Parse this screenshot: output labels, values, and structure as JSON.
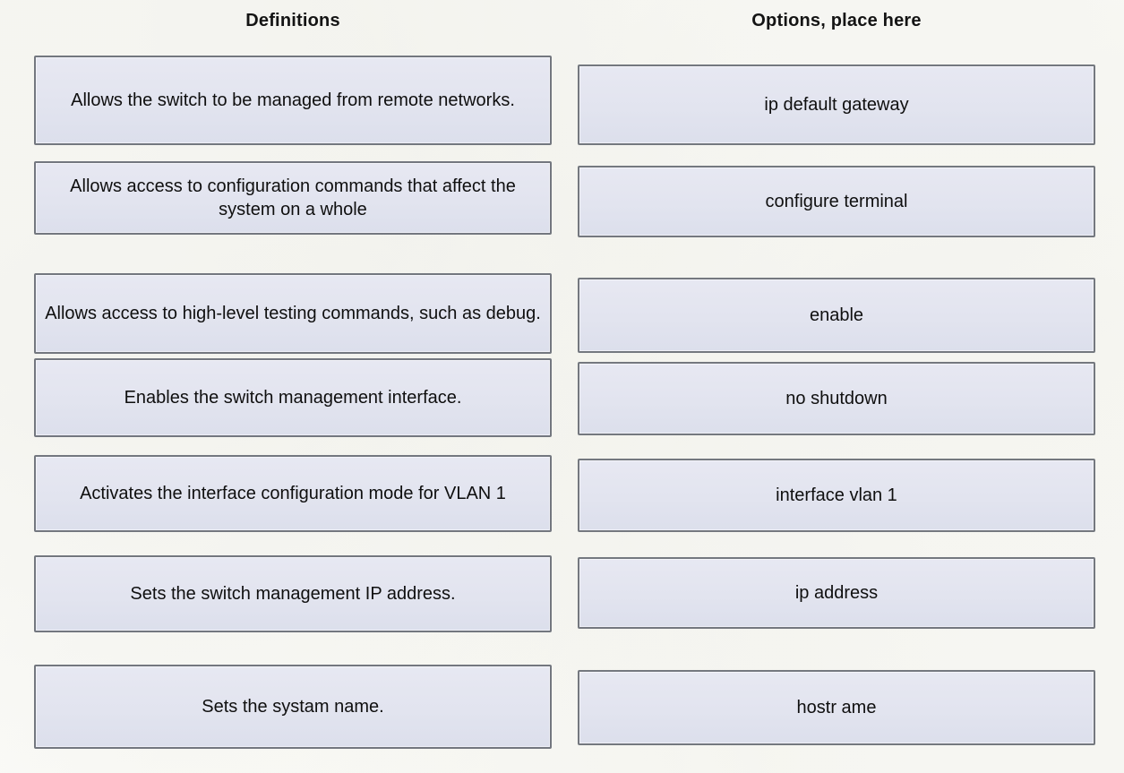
{
  "headers": {
    "left": "Definitions",
    "right": "Options, place here"
  },
  "definitions": [
    {
      "text": "Allows the switch to be managed from remote networks."
    },
    {
      "text": "Allows access to configuration commands that affect the system on a whole"
    },
    {
      "text": "Allows access to high-level testing commands, such as debug."
    },
    {
      "text": "Enables the switch management interface."
    },
    {
      "text": "Activates the interface configuration mode for VLAN 1"
    },
    {
      "text": "Sets the switch management IP address."
    },
    {
      "text": "Sets the systam name."
    }
  ],
  "options": [
    {
      "text": "ip default gateway"
    },
    {
      "text": "configure terminal"
    },
    {
      "text": "enable"
    },
    {
      "text": "no shutdown"
    },
    {
      "text": "interface vlan 1"
    },
    {
      "text": "ip address"
    },
    {
      "text": "hostr ame"
    }
  ],
  "colors": {
    "page_background": "#fdfdfb",
    "card_fill": "#e4e6f0",
    "card_border": "#7c8088",
    "text": "#0f0f0f"
  }
}
